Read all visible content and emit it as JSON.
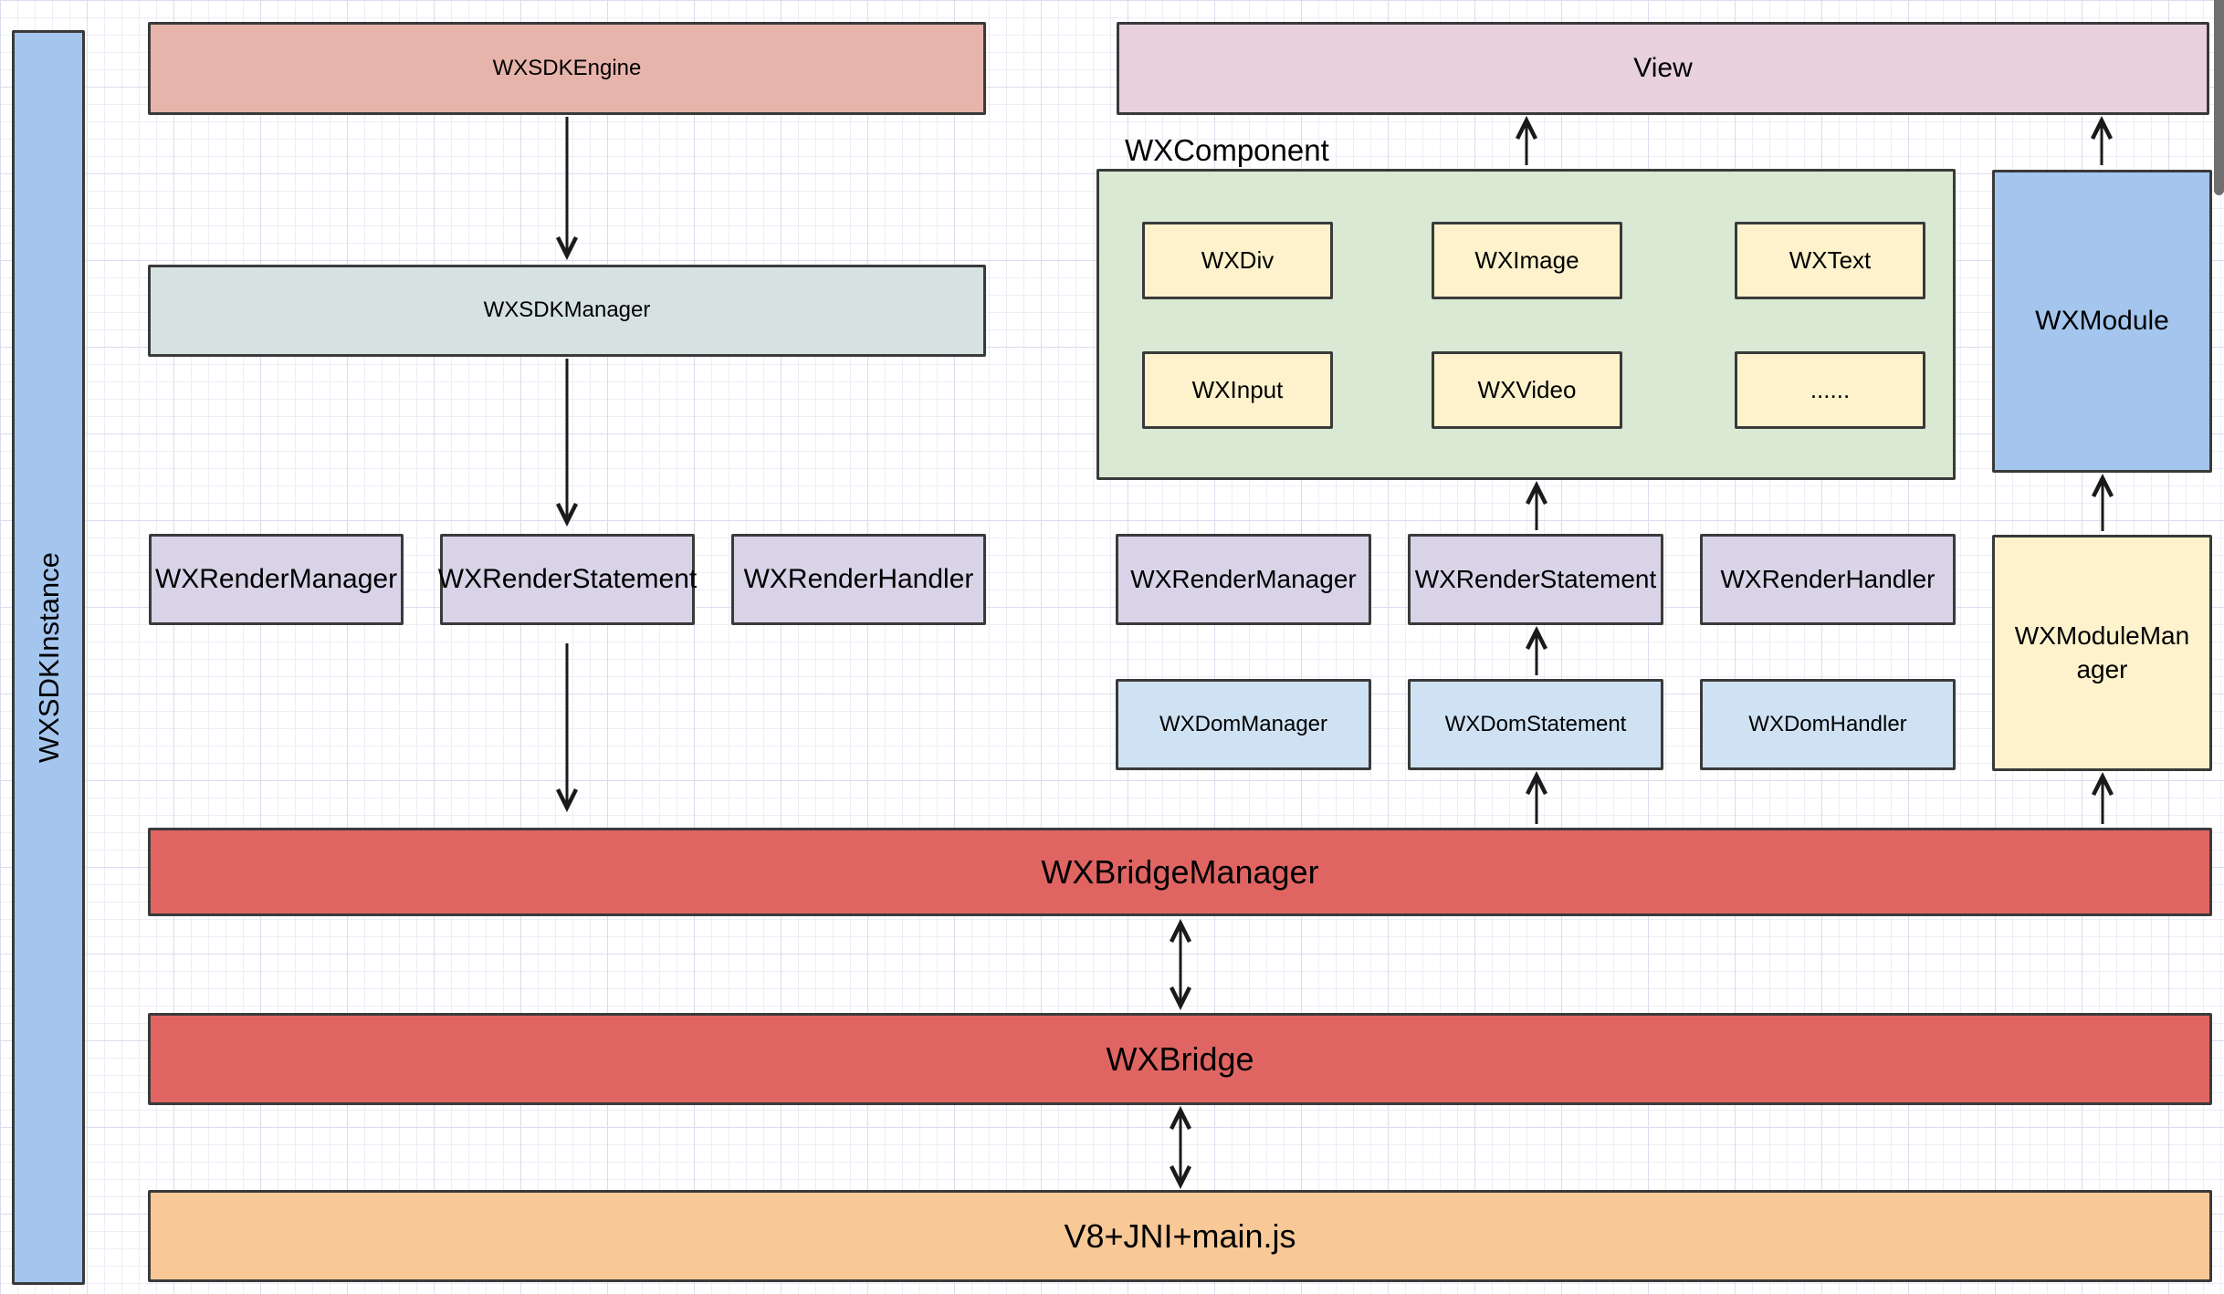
{
  "sidebar": {
    "label": "WXSDKInstance"
  },
  "left": {
    "engine": "WXSDKEngine",
    "sdk_manager": "WXSDKManager",
    "render_row": [
      "WXRenderManager",
      "WXRenderStatement",
      "WXRenderHandler"
    ]
  },
  "right": {
    "view": "View",
    "component_group": {
      "label": "WXComponent",
      "items": [
        "WXDiv",
        "WXImage",
        "WXText",
        "WXInput",
        "WXVideo",
        "......"
      ]
    },
    "module": "WXModule",
    "render_row": [
      "WXRenderManager",
      "WXRenderStatement",
      "WXRenderHandler"
    ],
    "dom_row": [
      "WXDomManager",
      "WXDomStatement",
      "WXDomHandler"
    ],
    "module_manager": "WXModuleManager"
  },
  "bottom": {
    "bridge_manager": "WXBridgeManager",
    "bridge": "WXBridge",
    "runtime": "V8+JNI+main.js"
  },
  "colors": {
    "instance_blue": "#a4c6ee",
    "engine_salmon": "#e7b4ab",
    "manager_teal": "#d6e2e2",
    "render_purple": "#d9d3e8",
    "dom_blue": "#cfe2f3",
    "component_green": "#d9e9d3",
    "component_yellow": "#fdf2cc",
    "view_pink": "#e8d1dc",
    "bridge_red": "#e06562",
    "runtime_orange": "#f8c996",
    "border": "#3a3a3a",
    "grid_line": "#ededf7"
  }
}
